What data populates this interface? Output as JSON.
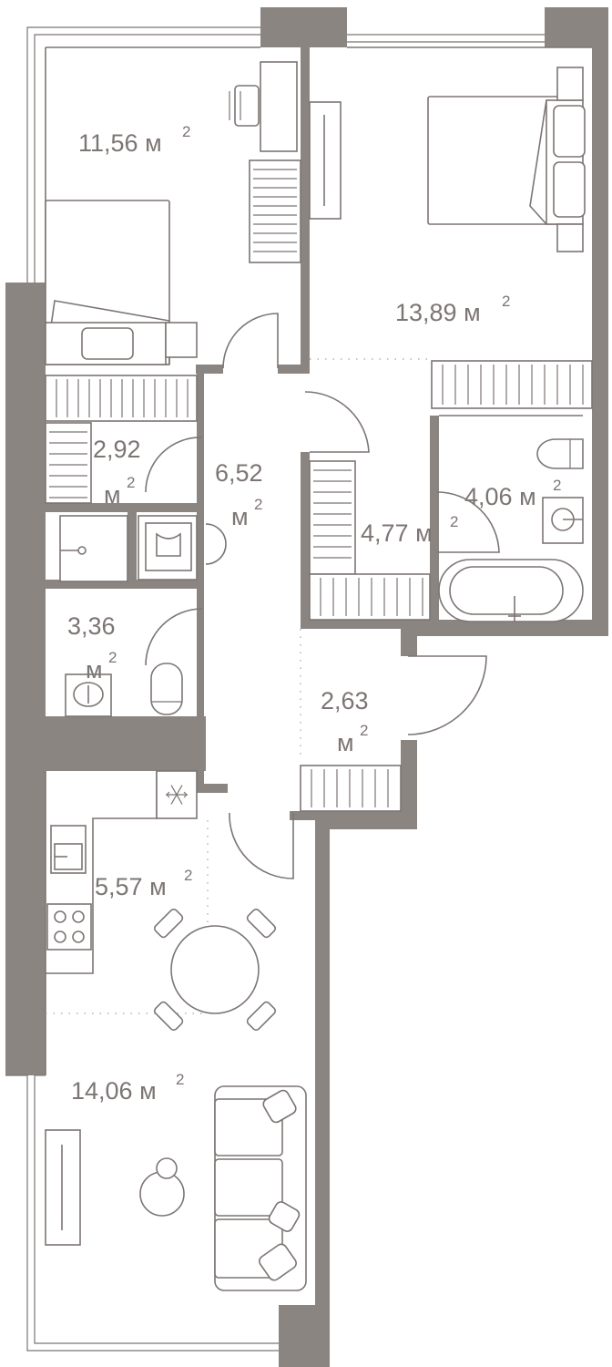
{
  "colors": {
    "wall": "#8b8582",
    "line": "#7c7573",
    "background": "#ffffff"
  },
  "rooms": [
    {
      "id": "bedroom-small",
      "area": "11,56",
      "unit": "м",
      "exp": "2"
    },
    {
      "id": "bedroom-large",
      "area": "13,89",
      "unit": "м",
      "exp": "2"
    },
    {
      "id": "wardrobe",
      "area": "2,92",
      "unit": "м",
      "exp": "2"
    },
    {
      "id": "hall",
      "area": "6,52",
      "unit": "м",
      "exp": "2"
    },
    {
      "id": "bathroom",
      "area": "4,06",
      "unit": "м",
      "exp": "2"
    },
    {
      "id": "dressing",
      "area": "4,77",
      "unit": "м",
      "exp": "2"
    },
    {
      "id": "wc",
      "area": "3,36",
      "unit": "м",
      "exp": "2"
    },
    {
      "id": "entrance",
      "area": "2,63",
      "unit": "м",
      "exp": "2"
    },
    {
      "id": "kitchen",
      "area": "5,57",
      "unit": "м",
      "exp": "2"
    },
    {
      "id": "living",
      "area": "14,06",
      "unit": "м",
      "exp": "2"
    }
  ],
  "icons": [
    "snowflake-icon",
    "bed-icon",
    "desk-icon",
    "chair-icon",
    "sink-icon",
    "toilet-icon",
    "bathtub-icon",
    "stove-icon",
    "sofa-icon",
    "tv-icon",
    "dining-table-icon",
    "washing-machine-icon",
    "lamp-icon"
  ]
}
